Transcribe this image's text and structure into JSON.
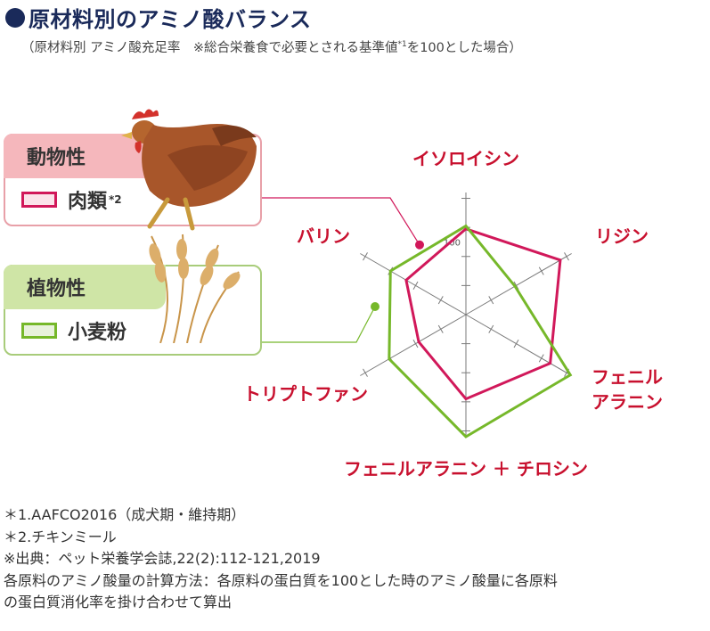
{
  "title": "原材料別のアミノ酸バランス",
  "subtitle": "（原材料別 アミノ酸充足率　※総合栄養食で必要とされる基準値",
  "subtitle_sup": "*1",
  "subtitle_tail": "を100とした場合）",
  "panels": {
    "animal": {
      "heading": "動物性",
      "item": "肉類",
      "item_sup": "*2"
    },
    "plant": {
      "heading": "植物性",
      "item": "小麦粉"
    }
  },
  "colors": {
    "meat": "#d1185a",
    "flour": "#76b82a",
    "label": "#c8102e",
    "axis": "#7a7a7a"
  },
  "chart_data": {
    "type": "radar",
    "axes": [
      "イソロイシン",
      "リジン",
      "フェニル\nアラニン",
      "フェニルアラニン ＋ チロシン",
      "トリプトファン",
      "バリン"
    ],
    "tick_label": "100",
    "reference_value": 100,
    "rmax": 168,
    "series": [
      {
        "name": "肉類",
        "values": [
          118,
          150,
          134,
          116,
          75,
          95
        ]
      },
      {
        "name": "小麦粉",
        "values": [
          122,
          78,
          166,
          168,
          122,
          120
        ]
      }
    ]
  },
  "notes": [
    "＊1.AAFCO2016（成犬期・維持期）",
    "＊2.チキンミール",
    "※出典：ペット栄養学会誌,22(2):112-121,2019",
    "各原料のアミノ酸量の計算方法：各原料の蛋白質を100とした時のアミノ酸量に各原料",
    "の蛋白質消化率を掛け合わせて算出"
  ],
  "icons": {
    "animal_photo": "chicken-photo-icon",
    "plant_photo": "wheat-photo-icon"
  }
}
